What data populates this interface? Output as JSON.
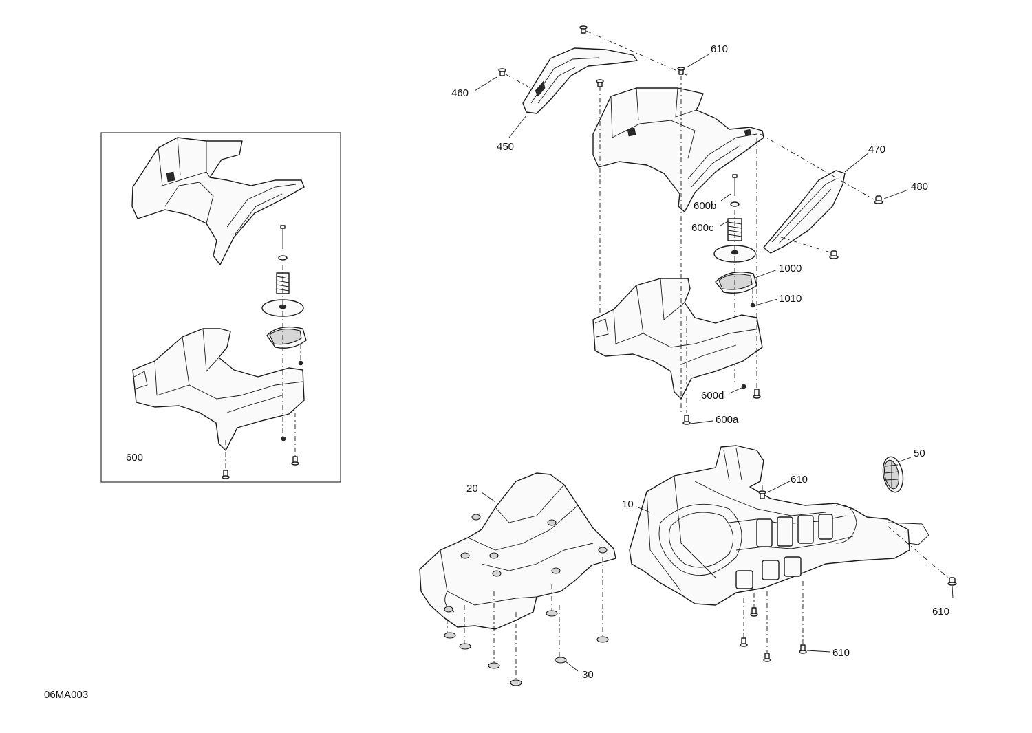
{
  "diagram": {
    "drawing_code": "06MA003",
    "callouts": {
      "c600": "600",
      "c460": "460",
      "c450": "450",
      "c610_top": "610",
      "c470": "470",
      "c480": "480",
      "c600b": "600b",
      "c600c": "600c",
      "c1000": "1000",
      "c1010": "1010",
      "c600d": "600d",
      "c600a": "600a",
      "c20": "20",
      "c10": "10",
      "c610_mid": "610",
      "c50": "50",
      "c610_right": "610",
      "c610_bottom": "610",
      "c30": "30"
    }
  }
}
